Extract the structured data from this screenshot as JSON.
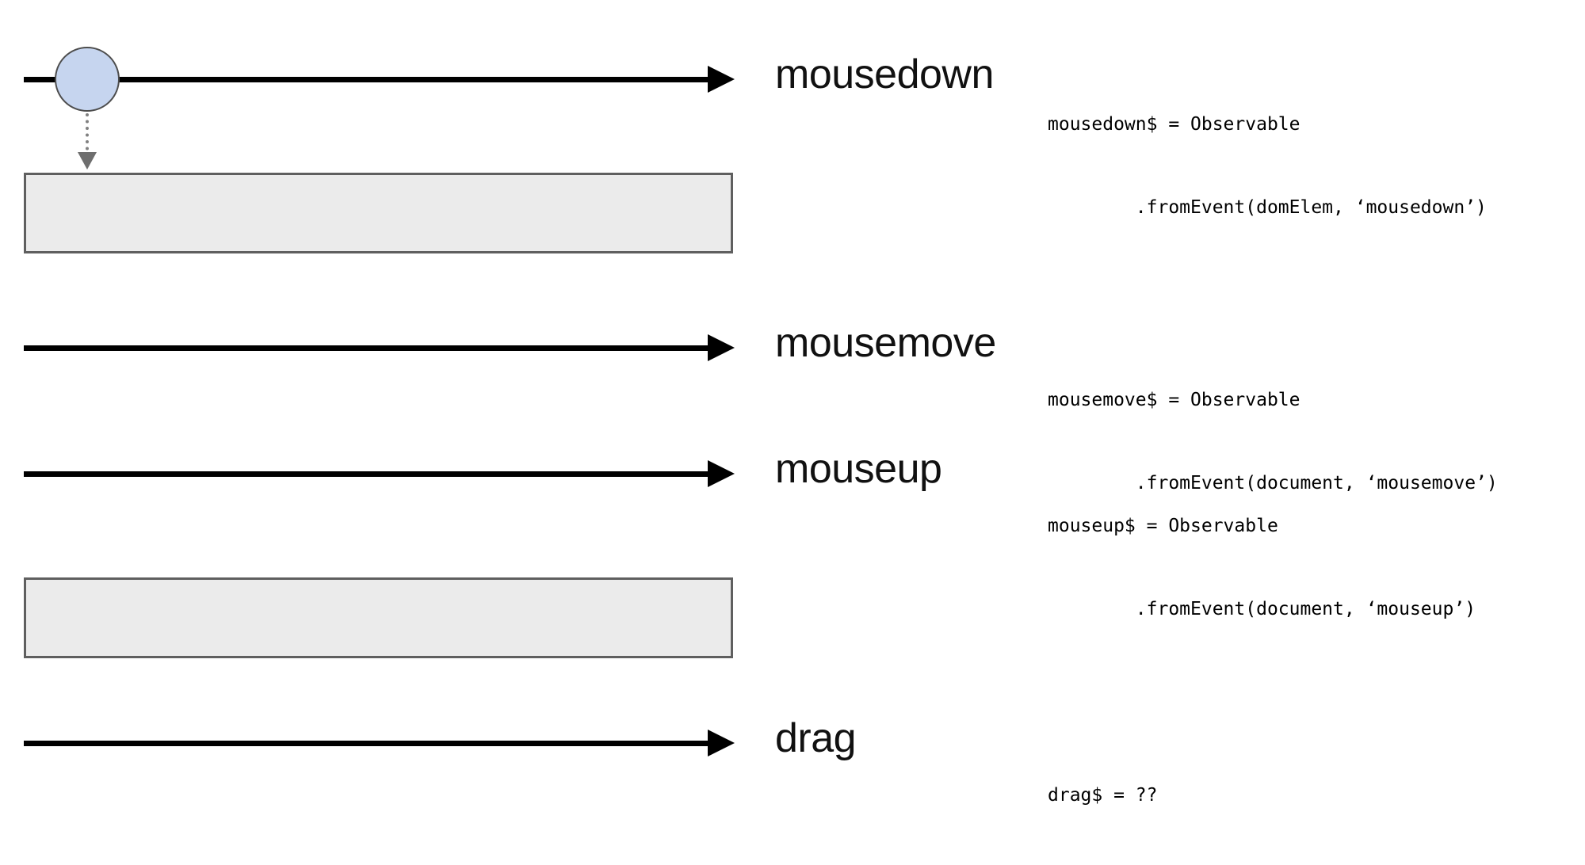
{
  "diagram": {
    "title": "RxJS drag-and-drop marble diagram",
    "colors": {
      "marble_fill": "#c6d5ef",
      "marble_stroke": "#4d4d4d",
      "box_fill": "#ebebeb",
      "box_stroke": "#5f5f5f",
      "timeline": "#000000",
      "connector": "#808080",
      "background": "#ffffff"
    },
    "streams": [
      {
        "id": "mousedown",
        "label": "mousedown",
        "code_lines": [
          "mousedown$ = Observable",
          "        .fromEvent(domElem, ‘mousedown’)"
        ],
        "has_marble": true,
        "has_connector": true
      },
      {
        "id": "mousemove",
        "label": "mousemove",
        "code_lines": [
          "mousemove$ = Observable",
          "        .fromEvent(document, ‘mousemove’)"
        ],
        "has_marble": false,
        "has_connector": false
      },
      {
        "id": "mouseup",
        "label": "mouseup",
        "code_lines": [
          "mouseup$ = Observable",
          "        .fromEvent(document, ‘mouseup’)"
        ],
        "has_marble": false,
        "has_connector": false
      },
      {
        "id": "drag",
        "label": "drag",
        "code_lines": [
          "drag$ = ??"
        ],
        "has_marble": false,
        "has_connector": false
      }
    ],
    "element_boxes": [
      {
        "id": "dom-element-box-top",
        "label": ""
      },
      {
        "id": "dom-element-box-bottom",
        "label": ""
      }
    ]
  }
}
